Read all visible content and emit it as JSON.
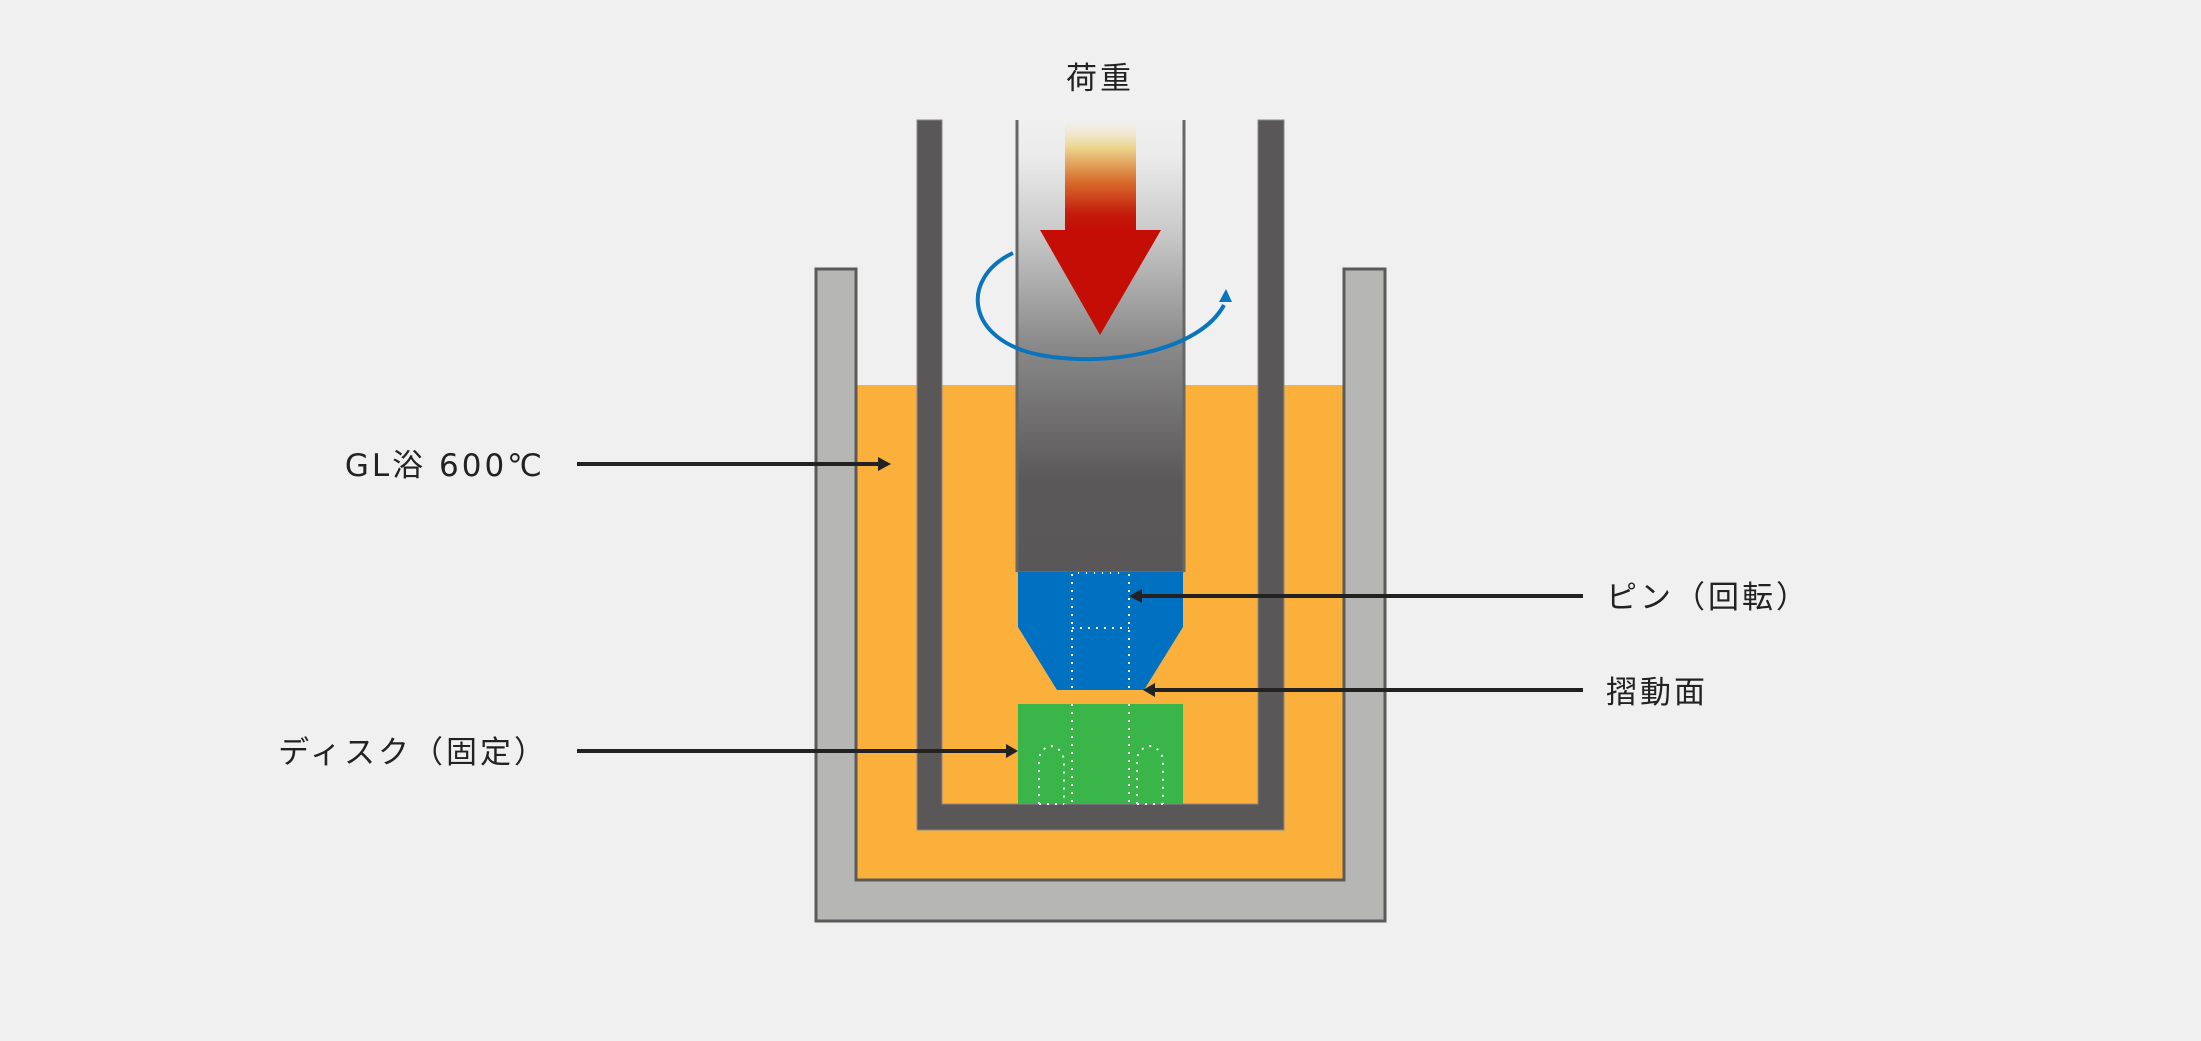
{
  "labels": {
    "load": "荷重",
    "bath": "GL浴 600℃",
    "pin": "ピン（回転）",
    "sliding_surface": "摺動面",
    "disk": "ディスク（固定）"
  },
  "colors": {
    "background": "#f0f0f0",
    "outer_vessel": "#b6b6b5",
    "vessel_outline": "#5a5a5a",
    "inner_vessel": "#595757",
    "bath": "#fbb03b",
    "pin": "#0071c1",
    "disk": "#39b54a",
    "load_arrow": "#c30d05",
    "rotation_arrow": "#0a75bd",
    "leader": "#222222"
  },
  "icons": {
    "load_arrow": "arrow-down-icon",
    "rotation": "rotate-icon"
  }
}
